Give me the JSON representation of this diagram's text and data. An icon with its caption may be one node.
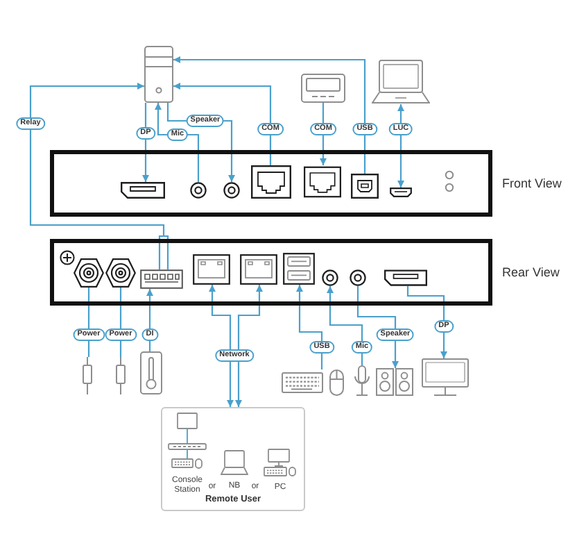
{
  "diagram": {
    "nodes": [
      {
        "text": [],
        "shape": "picture"
      },
      {
        "text": [],
        "shape": "picture"
      },
      {
        "text": [],
        "shape": "picture"
      },
      {
        "text": [],
        "shape": "box",
        "beside": [
          "Front View"
        ]
      },
      {
        "text": [],
        "shape": "picture",
        "in": 3
      },
      {
        "text": [],
        "shape": "circle",
        "in": 3
      },
      {
        "text": [],
        "shape": "circle",
        "in": 3
      },
      {
        "text": [],
        "shape": "picture",
        "in": 3
      },
      {
        "text": [],
        "shape": "picture",
        "in": 3
      },
      {
        "text": [],
        "shape": "picture",
        "in": 3
      },
      {
        "text": [],
        "shape": "picture",
        "in": 3
      },
      {
        "text": [],
        "shape": "box",
        "beside": [
          "Rear View"
        ]
      },
      {
        "text": [],
        "shape": "picture",
        "in": 11
      },
      {
        "text": [],
        "shape": "picture",
        "in": 11
      },
      {
        "text": [],
        "shape": "picture",
        "in": 11
      },
      {
        "text": [],
        "shape": "picture",
        "in": 11
      },
      {
        "text": [],
        "shape": "picture",
        "in": 11
      },
      {
        "text": [],
        "shape": "picture",
        "in": 11
      },
      {
        "text": [],
        "shape": "circle",
        "in": 11
      },
      {
        "text": [],
        "shape": "circle",
        "in": 11
      },
      {
        "text": [],
        "shape": "picture",
        "in": 11
      },
      {
        "text": [],
        "shape": "picture"
      },
      {
        "text": [],
        "shape": "picture"
      },
      {
        "text": [],
        "shape": "picture"
      },
      {
        "text": [],
        "shape": "picture"
      },
      {
        "text": [],
        "shape": "picture"
      },
      {
        "text": [],
        "shape": "picture"
      },
      {
        "text": [],
        "shape": "picture"
      },
      {
        "text": [
          "Remote User"
        ]
      },
      {
        "text": [
          "Console Station"
        ],
        "in": 28
      },
      {
        "text": [
          "NB"
        ],
        "in": 28
      },
      {
        "text": [
          "PC"
        ],
        "in": 28
      }
    ],
    "edges": [
      {
        "from": 0,
        "to": 4,
        "label": "DP",
        "arrow": "to"
      },
      {
        "from": 5,
        "to": 0,
        "label": "Mic",
        "arrow": "to"
      },
      {
        "from": 0,
        "to": 6,
        "label": "Speaker",
        "arrow": "to"
      },
      {
        "from": 7,
        "to": 0,
        "label": "COM",
        "arrow": "to"
      },
      {
        "from": 1,
        "to": 8,
        "label": "COM",
        "arrow": "to"
      },
      {
        "from": 9,
        "to": 0,
        "label": "USB",
        "arrow": "to"
      },
      {
        "from": 2,
        "to": 10,
        "label": "LUC",
        "arrow": "both"
      },
      {
        "from": 14,
        "to": 0,
        "label": "Relay",
        "arrow": "to"
      },
      {
        "from": 21,
        "to": 12,
        "label": "Power",
        "arrow": "none"
      },
      {
        "from": 22,
        "to": 13,
        "label": "Power",
        "arrow": "none"
      },
      {
        "from": 23,
        "to": 14,
        "label": "DI",
        "arrow": "to"
      },
      {
        "from": 15,
        "to": 28,
        "label": "Network",
        "arrow": "both"
      },
      {
        "from": 16,
        "to": 28,
        "arrow": "both"
      },
      {
        "from": 24,
        "to": 17,
        "label": "USB",
        "arrow": "to"
      },
      {
        "from": 25,
        "to": 18,
        "label": "Mic",
        "arrow": "to"
      },
      {
        "from": 19,
        "to": 26,
        "label": "Speaker",
        "arrow": "to"
      },
      {
        "from": 20,
        "to": 27,
        "label": "DP",
        "arrow": "to"
      }
    ],
    "labels": [
      "or",
      "or"
    ]
  }
}
